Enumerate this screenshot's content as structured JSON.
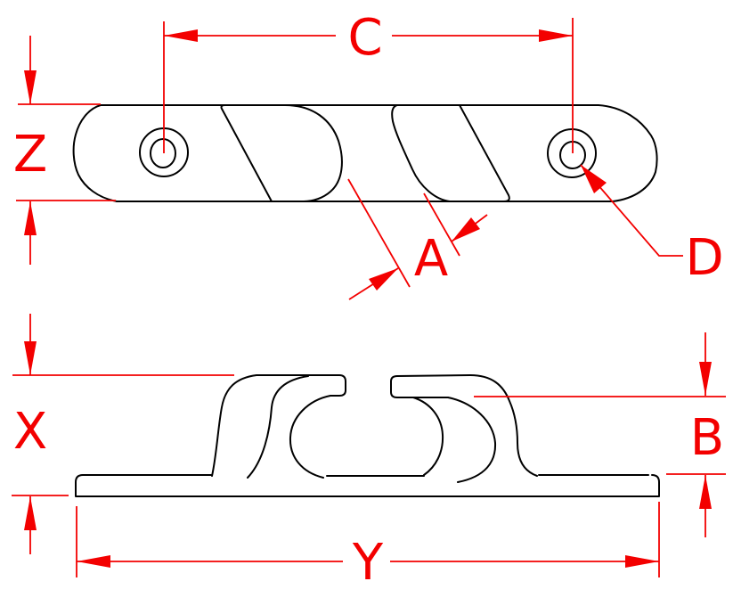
{
  "colors": {
    "background": "#ffffff",
    "outline": "#000000",
    "dimension": "#f30000"
  },
  "top_view": {
    "dimension_labels": {
      "c": "C",
      "z": "Z",
      "a": "A",
      "d": "D"
    }
  },
  "side_view": {
    "dimension_labels": {
      "x": "X",
      "b": "B",
      "y": "Y"
    }
  }
}
